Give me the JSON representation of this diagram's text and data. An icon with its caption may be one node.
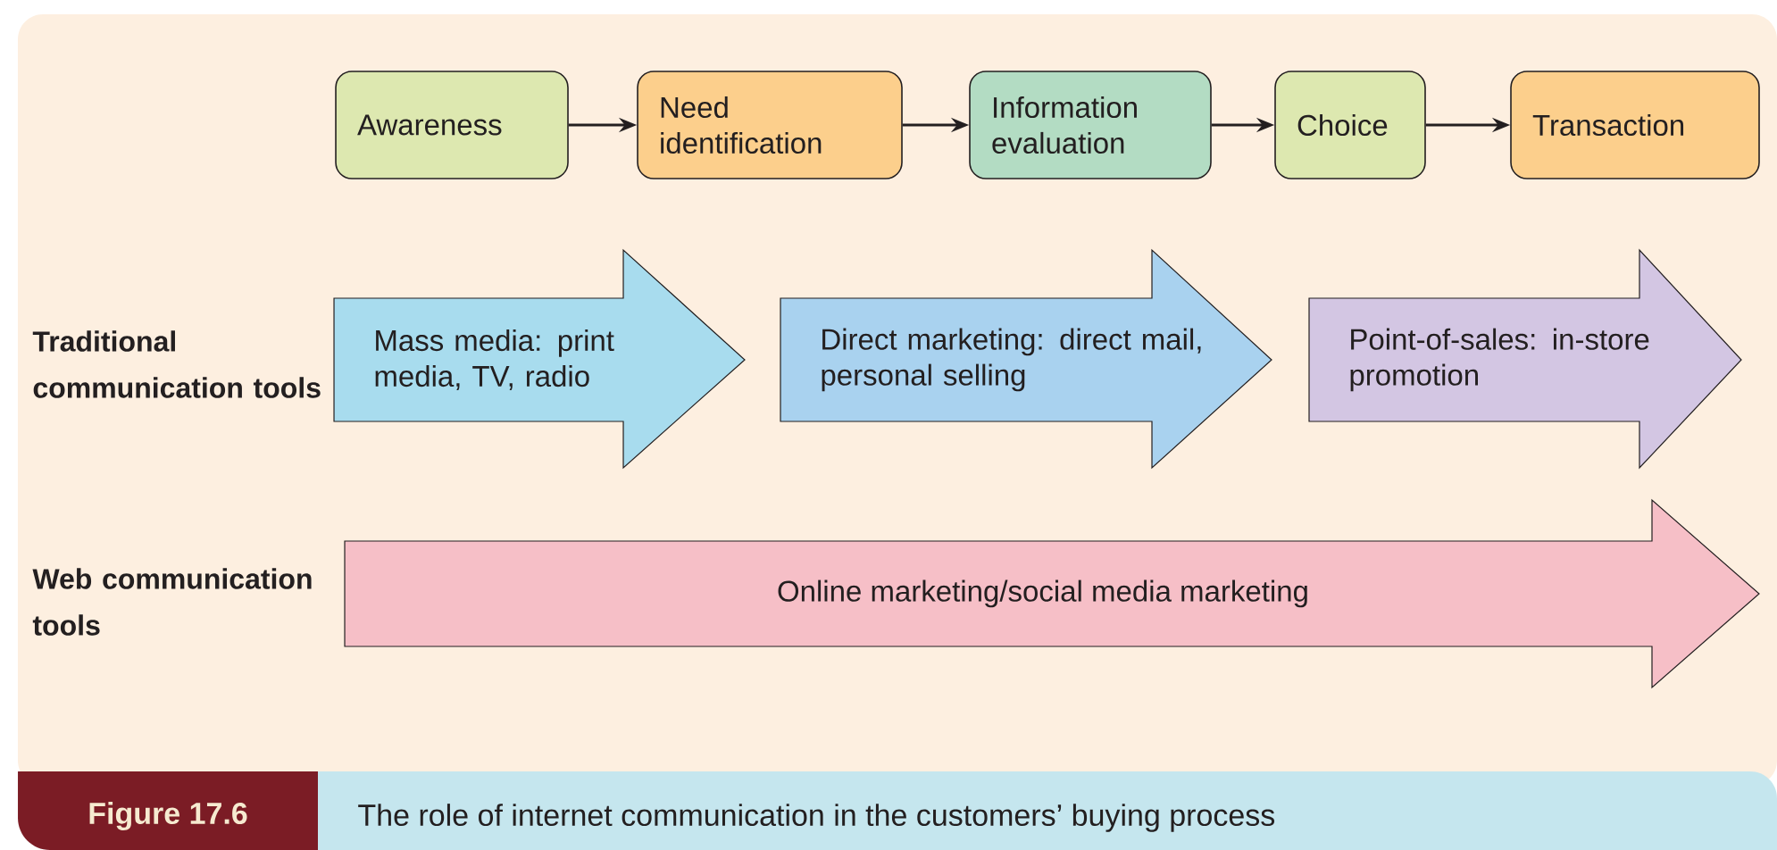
{
  "diagram": {
    "caption": "The role of internet communication in the customers’ buying process",
    "nodes": [
      {
        "text": [
          "Awareness"
        ]
      },
      {
        "text": [
          "Need identification"
        ]
      },
      {
        "text": [
          "Information evaluation"
        ]
      },
      {
        "text": [
          "Choice"
        ]
      },
      {
        "text": [
          "Transaction"
        ]
      },
      {
        "text": [
          "Mass media: print media, TV, radio"
        ]
      },
      {
        "text": [
          "Direct marketing: direct mail, personal selling"
        ]
      },
      {
        "text": [
          "Point-of-sales: in-store promotion"
        ]
      },
      {
        "text": [
          "Online marketing/social media marketing"
        ]
      }
    ],
    "edges": [
      {
        "from": 0,
        "to": 1,
        "arrow": "to"
      },
      {
        "from": 1,
        "to": 2,
        "arrow": "to"
      },
      {
        "from": 2,
        "to": 3,
        "arrow": "to"
      },
      {
        "from": 3,
        "to": 4,
        "arrow": "to"
      }
    ],
    "labels": [
      "Traditional communication tools",
      "Web communication tools",
      "Figure 17.6"
    ]
  }
}
